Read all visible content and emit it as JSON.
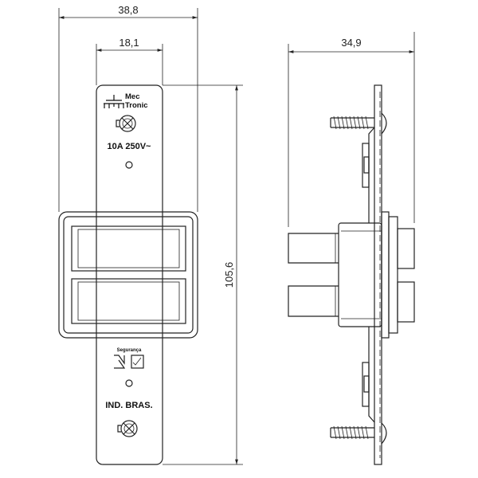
{
  "dimensions": {
    "overall_width": "38,8",
    "plate_width": "18,1",
    "height": "105,6",
    "depth": "34,9"
  },
  "plate_labels": {
    "brand_line1": "Mec",
    "brand_line2": "Tronic",
    "rating": "10A  250V~",
    "certification": "Segurança",
    "origin": "IND. BRAS."
  }
}
